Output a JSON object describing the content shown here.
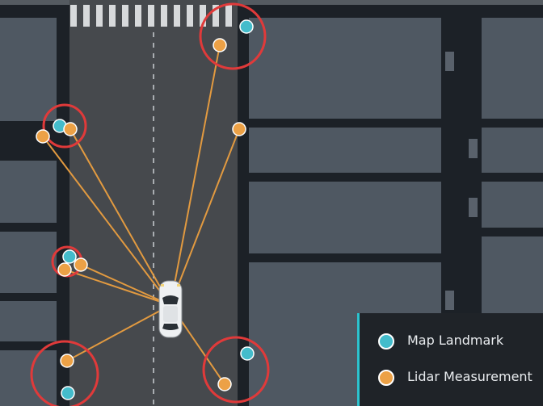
{
  "colors": {
    "background": "#1c2127",
    "road": "#46494d",
    "building": "#4f5862",
    "sidewalk": "#141a20",
    "map_landmark": "#44bccb",
    "lidar_measurement": "#eca146",
    "ray": "#e29a40",
    "association_ring": "#e03a3a",
    "legend_accent": "#2cc3cf"
  },
  "legend": {
    "map_landmark": "Map Landmark",
    "lidar_measurement": "Lidar Measurement"
  },
  "icons": {
    "vehicle": "car-top-view-icon",
    "crosswalk": "crosswalk-stripes"
  }
}
